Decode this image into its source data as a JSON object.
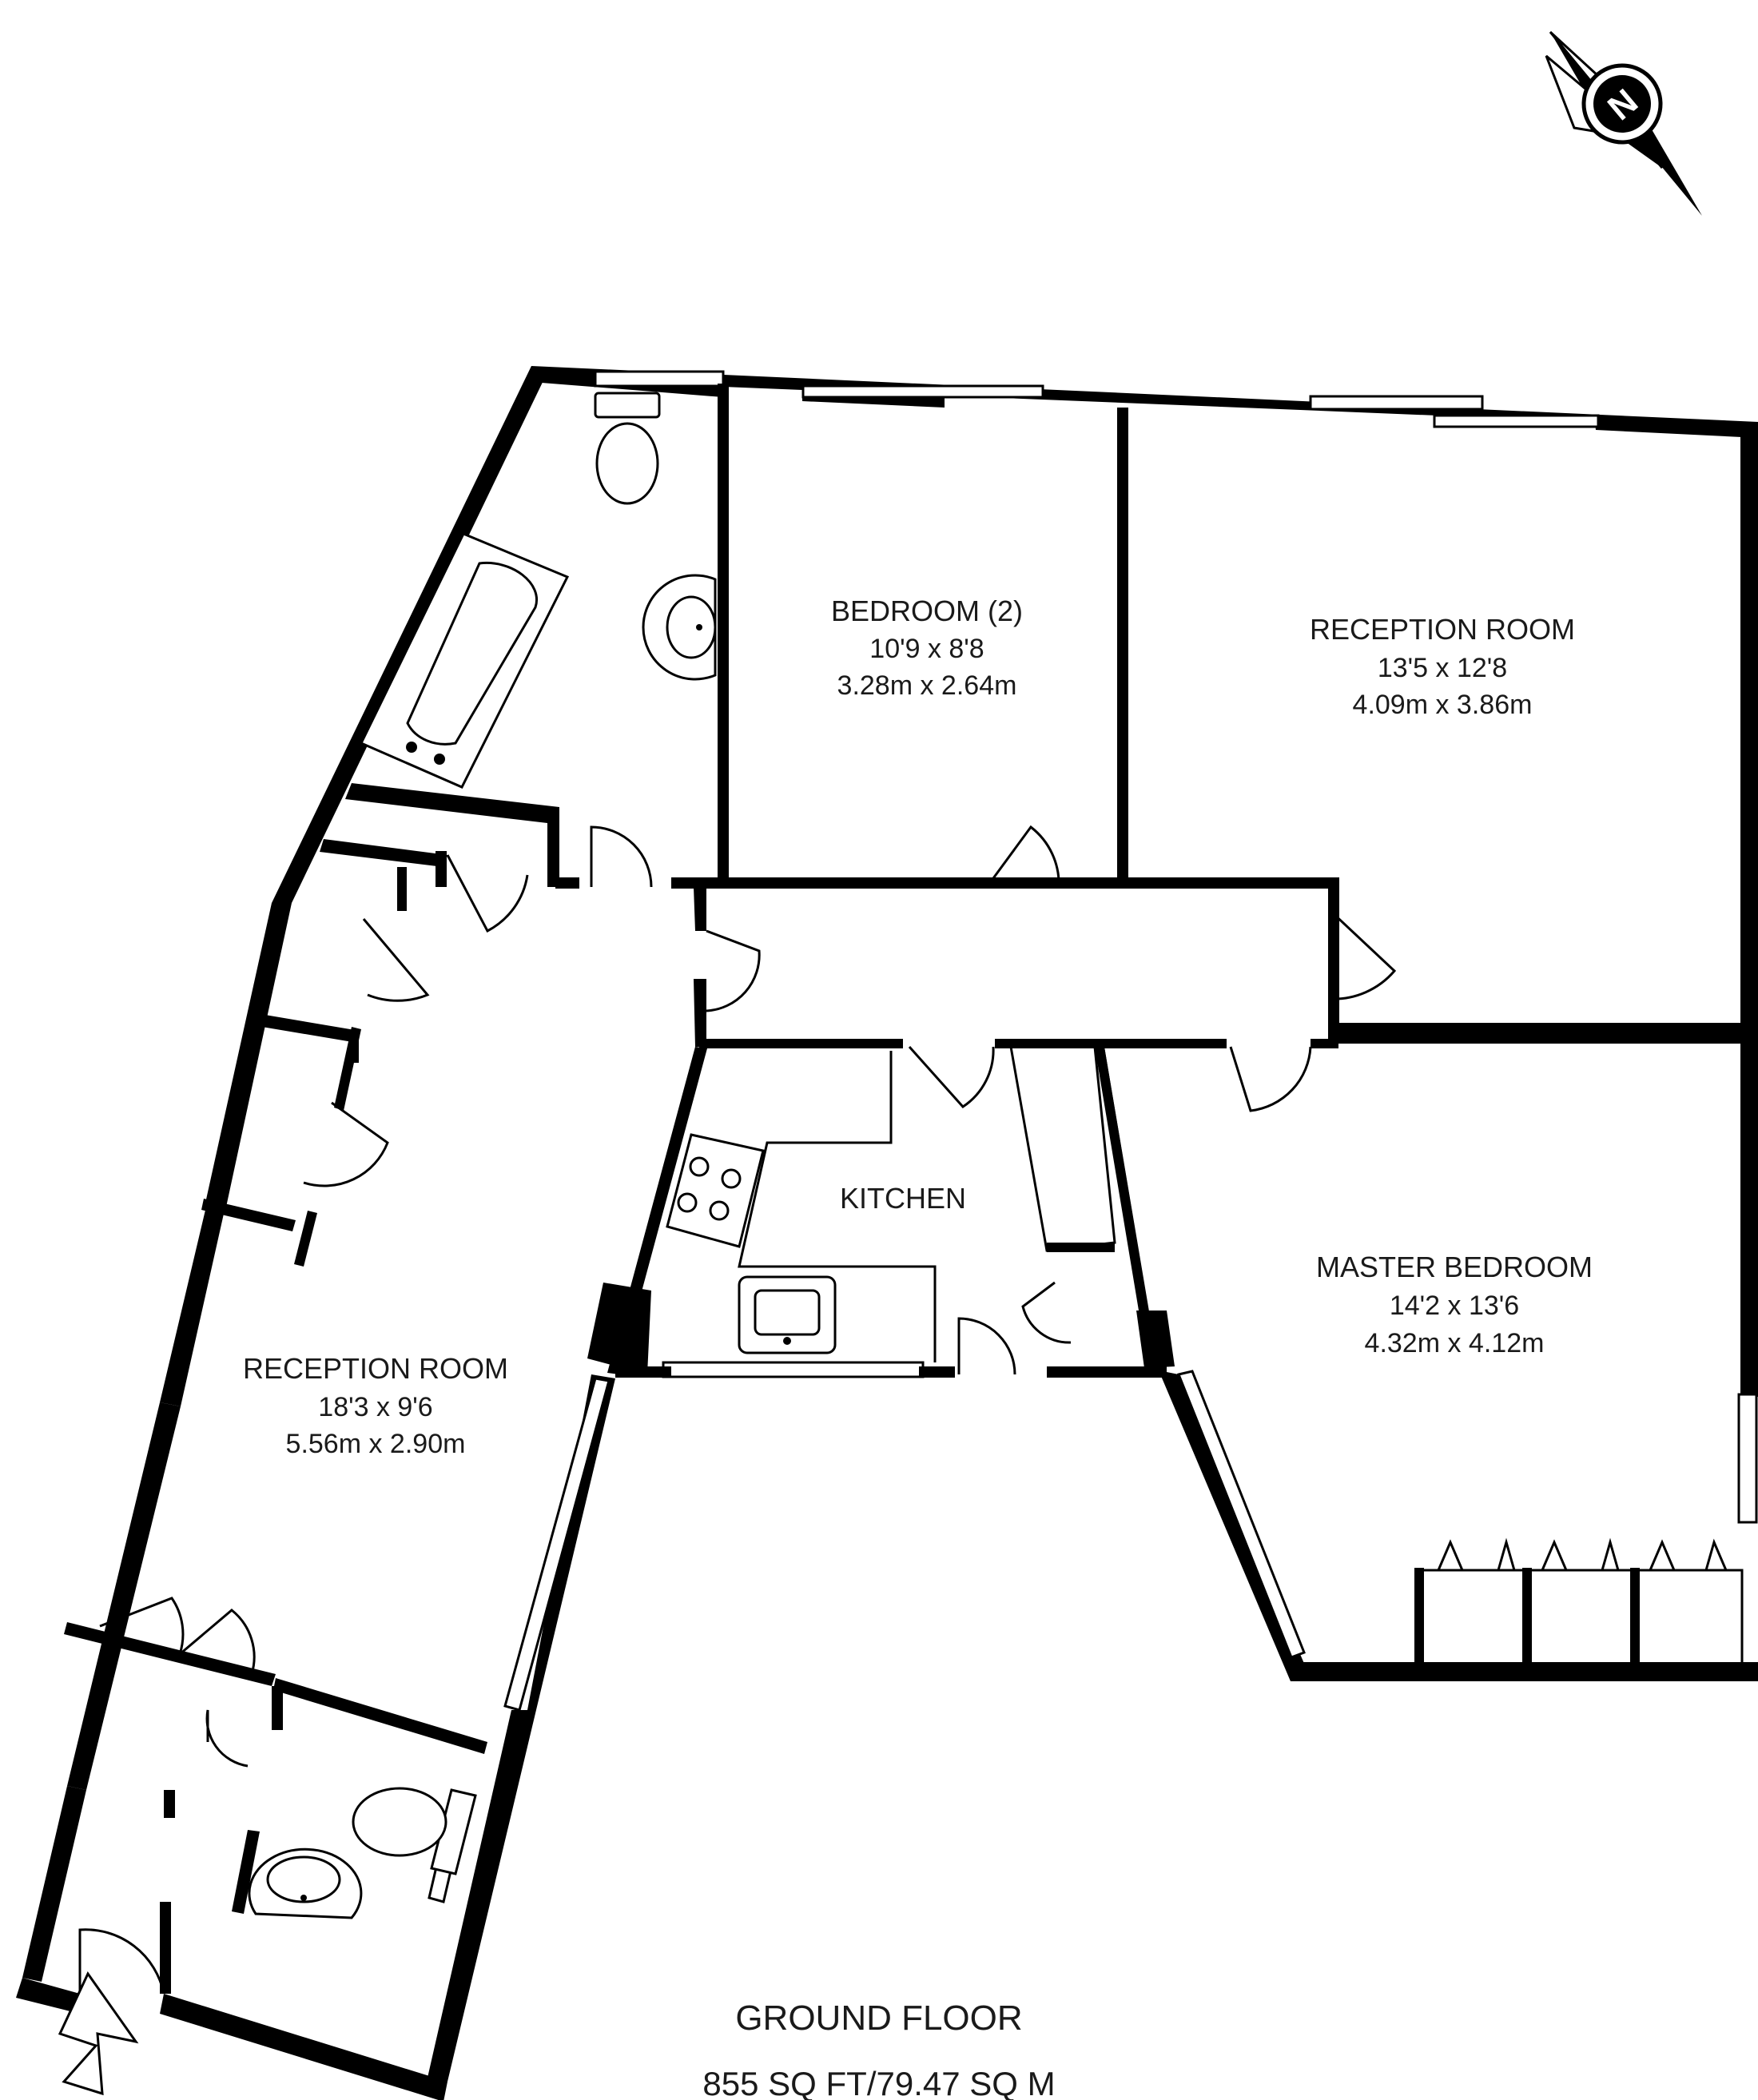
{
  "plan": {
    "floor_name": "GROUND FLOOR",
    "floor_area": "855 SQ FT/79.47 SQ M",
    "compass": {
      "icon": "compass-north-icon",
      "letter": "N"
    },
    "entrance": {
      "icon": "entrance-arrow-icon"
    }
  },
  "rooms": {
    "bedroom2": {
      "name": "BEDROOM (2)",
      "imperial": "10'9 x 8'8",
      "metric": "3.28m x 2.64m"
    },
    "reception_north": {
      "name": "RECEPTION ROOM",
      "imperial": "13'5 x 12'8",
      "metric": "4.09m x 3.86m"
    },
    "kitchen": {
      "name": "KITCHEN"
    },
    "master_bedroom": {
      "name": "MASTER BEDROOM",
      "imperial": "14'2 x 13'6",
      "metric": "4.32m x 4.12m"
    },
    "reception_west": {
      "name": "RECEPTION ROOM",
      "imperial": "18'3 x 9'6",
      "metric": "5.56m x 2.90m"
    }
  }
}
